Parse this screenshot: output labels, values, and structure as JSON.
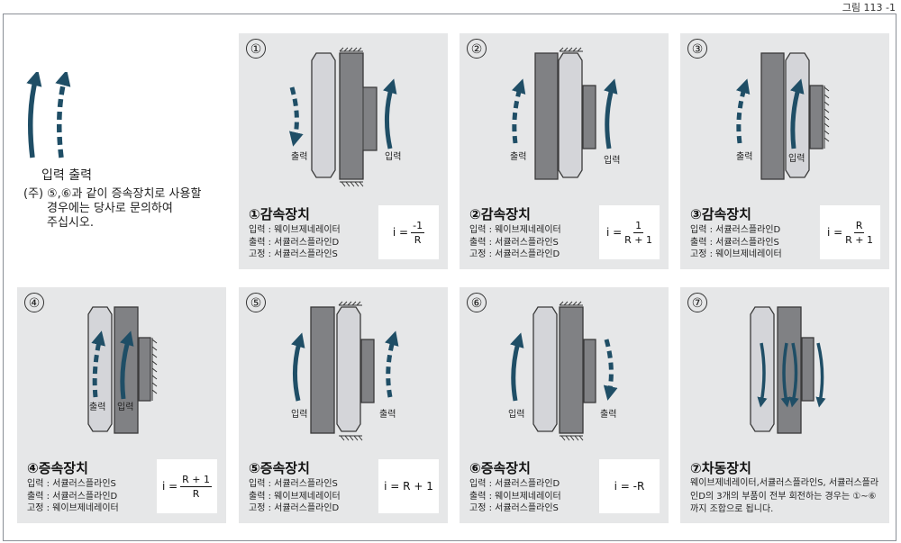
{
  "figure_label": "그림 113 -1",
  "legend": {
    "input_label": "입력",
    "output_label": "출력",
    "note_mark": "(주)",
    "note_text": "⑤,⑥과 같이 증속장치로 사용할\n경우에는 당사로 문의하여\n주십시오."
  },
  "colors": {
    "panel_bg": "#e6e7e8",
    "light_part": "#d4d5d9",
    "dark_part": "#808184",
    "arrow": "#1f4e66",
    "outline": "#3a3a3a"
  },
  "panels": [
    {
      "num": "①",
      "title": "①감속장치",
      "lines": [
        "입력 : 웨이브제네레이터",
        "출력 : 서큘러스플라인D",
        "고정 : 서큘러스플라인S"
      ],
      "formula_prefix": "i =",
      "formula_num": "-1",
      "formula_den": "R",
      "formula_inline": ""
    },
    {
      "num": "②",
      "title": "②감속장치",
      "lines": [
        "입력 : 웨이브제네레이터",
        "출력 : 서큘러스플라인S",
        "고정 : 서큘러스플라인D"
      ],
      "formula_prefix": "i =",
      "formula_num": "1",
      "formula_den": "R + 1",
      "formula_inline": ""
    },
    {
      "num": "③",
      "title": "③감속장치",
      "lines": [
        "입력 : 서큘러스플라인D",
        "출력 : 서큘러스플라인S",
        "고정 : 웨이브제네레이터"
      ],
      "formula_prefix": "i =",
      "formula_num": "R",
      "formula_den": "R + 1",
      "formula_inline": ""
    },
    {
      "num": "④",
      "title": "④증속장치",
      "lines": [
        "입력 : 서큘러스플라인S",
        "출력 : 서큘러스플라인D",
        "고정 : 웨이브제네레이터"
      ],
      "formula_prefix": "i =",
      "formula_num": "R + 1",
      "formula_den": "R",
      "formula_inline": ""
    },
    {
      "num": "⑤",
      "title": "⑤증속장치",
      "lines": [
        "입력 : 서큘러스플라인S",
        "출력 : 웨이브제네레이터",
        "고정 : 서큘러스플라인D"
      ],
      "formula_prefix": "",
      "formula_num": "",
      "formula_den": "",
      "formula_inline": "i = R + 1"
    },
    {
      "num": "⑥",
      "title": "⑥증속장치",
      "lines": [
        "입력 : 서큘러스플라인D",
        "출력 : 웨이브제네레이터",
        "고정 : 서큘러스플라인S"
      ],
      "formula_prefix": "",
      "formula_num": "",
      "formula_den": "",
      "formula_inline": "i = -R"
    },
    {
      "num": "⑦",
      "title": "⑦차동장치",
      "description": "웨이브제네레이터,서큘러스플라인S, 서큘러스플라인D의 3개의 부품이 전부 회전하는 경우는 ①~⑥까지 조합으로 됩니다."
    }
  ],
  "diagram_labels": {
    "p1_out": "출력",
    "p1_in": "입력",
    "p2_out": "출력",
    "p2_in": "입력",
    "p3_out": "출력",
    "p3_in": "입력",
    "p4_out": "출력",
    "p4_in": "입력",
    "p5_in": "입력",
    "p5_out": "출력",
    "p6_in": "입력",
    "p6_out": "출력"
  }
}
